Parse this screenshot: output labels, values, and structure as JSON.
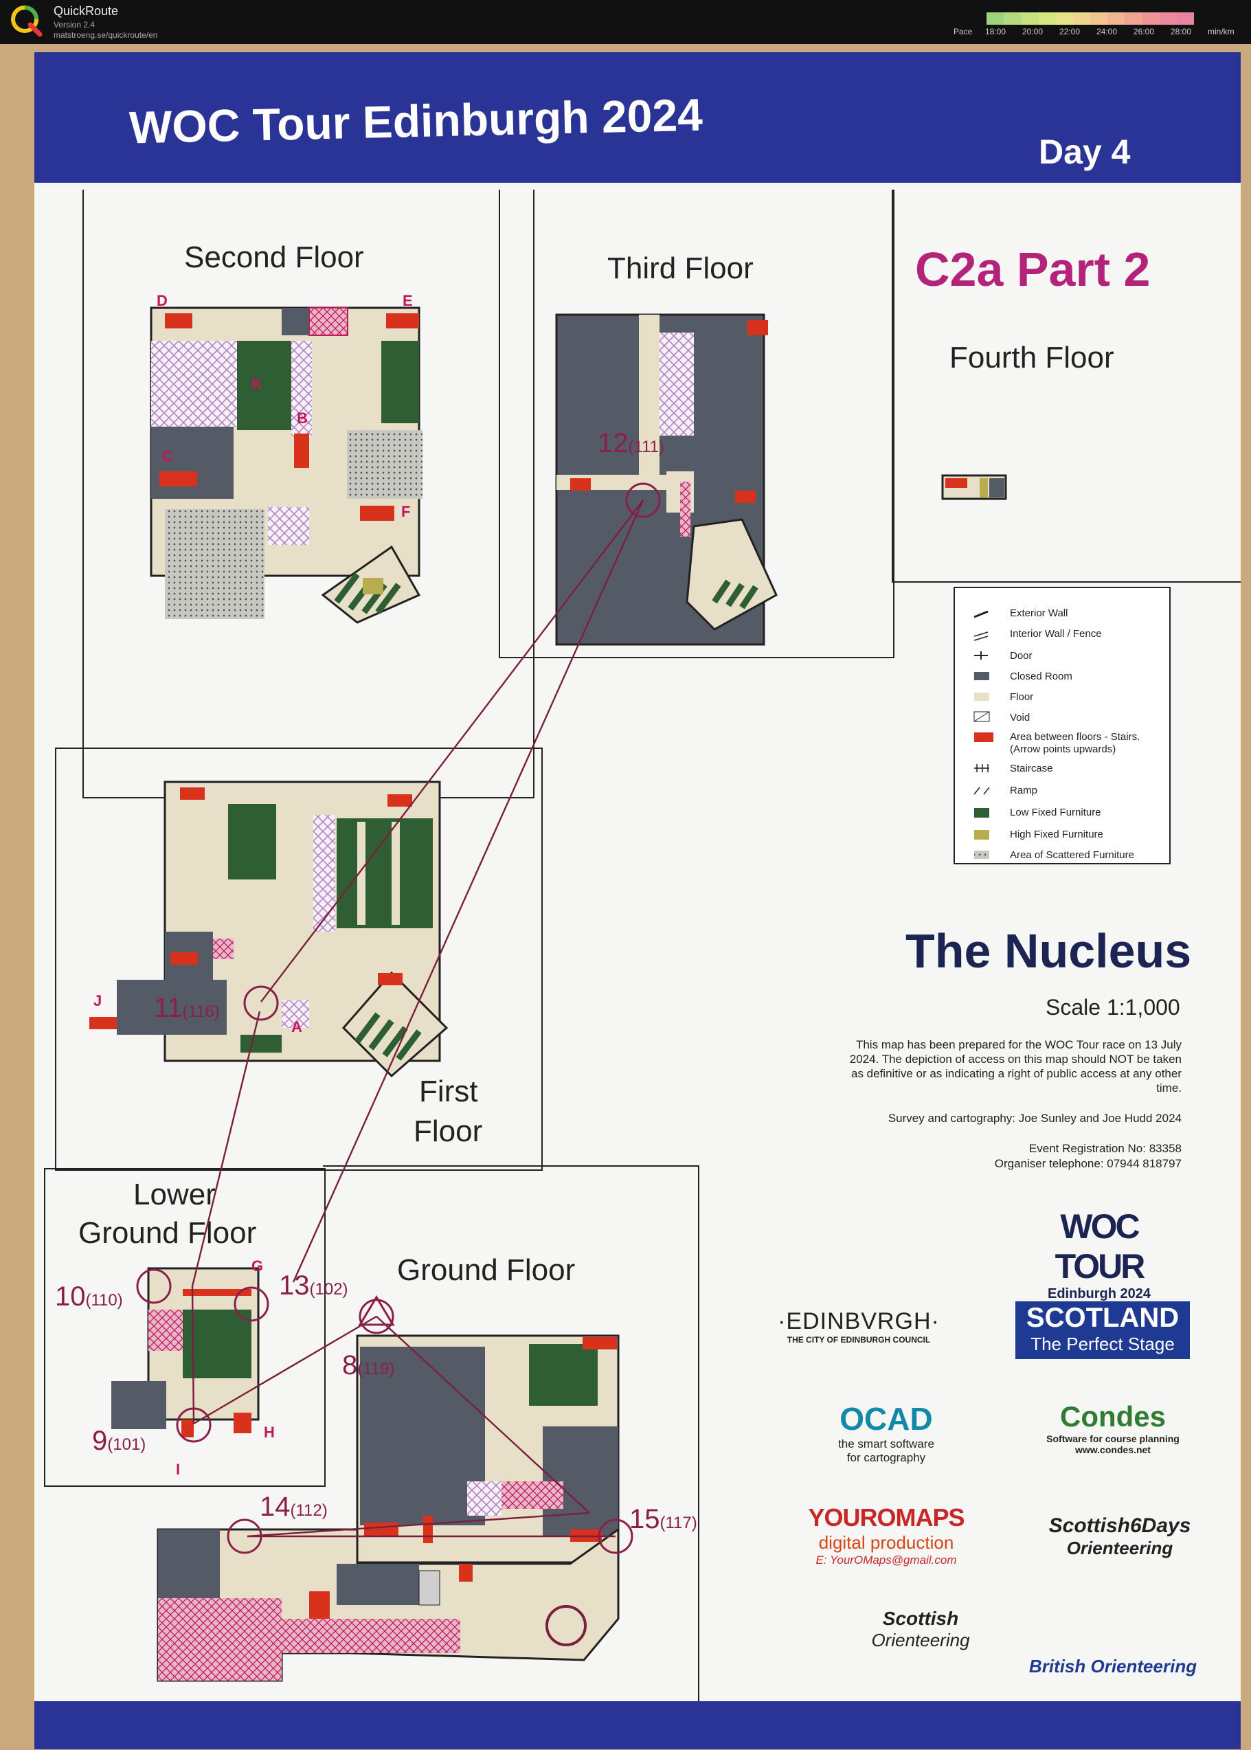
{
  "app": {
    "name": "QuickRoute",
    "version": "Version 2.4",
    "url": "matstroeng.se/quickroute/en",
    "pace_label": "Pace",
    "pace_ticks": [
      "18:00",
      "20:00",
      "22:00",
      "24:00",
      "26:00",
      "28:00"
    ],
    "pace_unit": "min/km",
    "pace_colors": [
      "#9fd37b",
      "#b3db7e",
      "#c6e27f",
      "#d8e682",
      "#e6e389",
      "#eed68d",
      "#f1c78f",
      "#f1b590",
      "#f0a493",
      "#ee9497",
      "#ea8a9c",
      "#e884a0"
    ]
  },
  "map": {
    "banner_title": "WOC Tour Edinburgh 2024",
    "day": "Day 4",
    "course": "C2a Part 2",
    "colors": {
      "banner": "#2a3396",
      "course": "#b3237a",
      "route": "#7a1f3d",
      "closed_room": "#555b66",
      "floor": "#e8dfc8",
      "low_furniture": "#2f5e34",
      "high_furniture": "#b8ad4e",
      "stairs": "#d8321d",
      "void": "#b184c0",
      "control": "#8b1e4a"
    },
    "floors": {
      "second": "Second Floor",
      "third": "Third Floor",
      "fourth": "Fourth Floor",
      "first_line1": "First",
      "first_line2": "Floor",
      "lower_line1": "Lower",
      "lower_line2": "Ground Floor",
      "ground": "Ground Floor"
    },
    "stair_letters": [
      "D",
      "E",
      "C",
      "B",
      "K",
      "F",
      "J",
      "A",
      "G",
      "H",
      "I"
    ],
    "controls": [
      {
        "num": "8",
        "code": "(119)"
      },
      {
        "num": "9",
        "code": "(101)"
      },
      {
        "num": "10",
        "code": "(110)"
      },
      {
        "num": "11",
        "code": "(116)"
      },
      {
        "num": "12",
        "code": "(111)"
      },
      {
        "num": "13",
        "code": "(102)"
      },
      {
        "num": "14",
        "code": "(112)"
      },
      {
        "num": "15",
        "code": "(117)"
      }
    ]
  },
  "legend": {
    "items": [
      "Exterior Wall",
      "Interior Wall / Fence",
      "Door",
      "Closed Room",
      "Floor",
      "Void",
      "Area between floors - Stairs.",
      "(Arrow points upwards)",
      "Staircase",
      "Ramp",
      "Low Fixed Furniture",
      "High Fixed Furniture",
      "Area of Scattered Furniture"
    ]
  },
  "info": {
    "venue": "The Nucleus",
    "scale": "Scale 1:1,000",
    "disclaimer": "This map has been prepared for the WOC Tour race on 13 July 2024. The depiction of access on this map should NOT be taken as definitive or as indicating a right of public access at any other time.",
    "survey": "Survey and cartography: Joe Sunley and Joe Hudd 2024",
    "registration": "Event Registration No: 83358",
    "telephone": "Organiser telephone: 07944 818797"
  },
  "sponsors": {
    "woc_tour": "WOC TOUR",
    "woc_sub": "Edinburgh 2024",
    "edinburgh": "·EDINBVRGH·",
    "edinburgh_sub": "THE CITY OF EDINBURGH COUNCIL",
    "scotland": "SCOTLAND",
    "scotland_sub": "The Perfect Stage",
    "ocad": "OCAD",
    "ocad_sub1": "the smart software",
    "ocad_sub2": "for cartography",
    "condes": "Condes",
    "condes_sub1": "Software for course planning",
    "condes_sub2": "www.condes.net",
    "yourmaps": "YOUROMAPS",
    "yourmaps_sub": "digital production",
    "yourmaps_mail": "E: YourOMaps@gmail.com",
    "s6d": "Scottish6Days",
    "s6d_sub": "Orienteering",
    "so": "Scottish",
    "so_sub": "Orienteering",
    "bo": "British Orienteering"
  }
}
